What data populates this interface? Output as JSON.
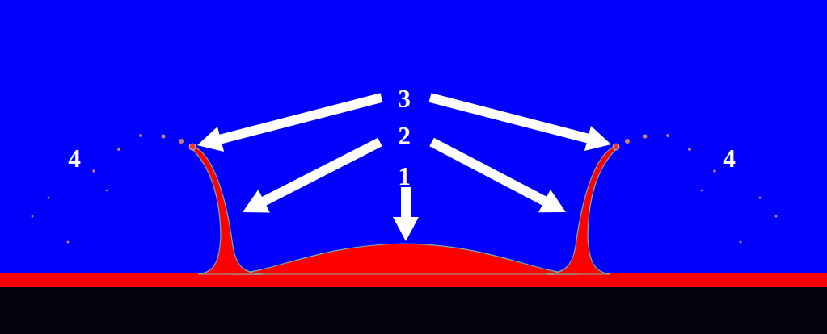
{
  "diagram": {
    "labels": [
      "3",
      "2",
      "4",
      "4",
      "1"
    ]
  }
}
